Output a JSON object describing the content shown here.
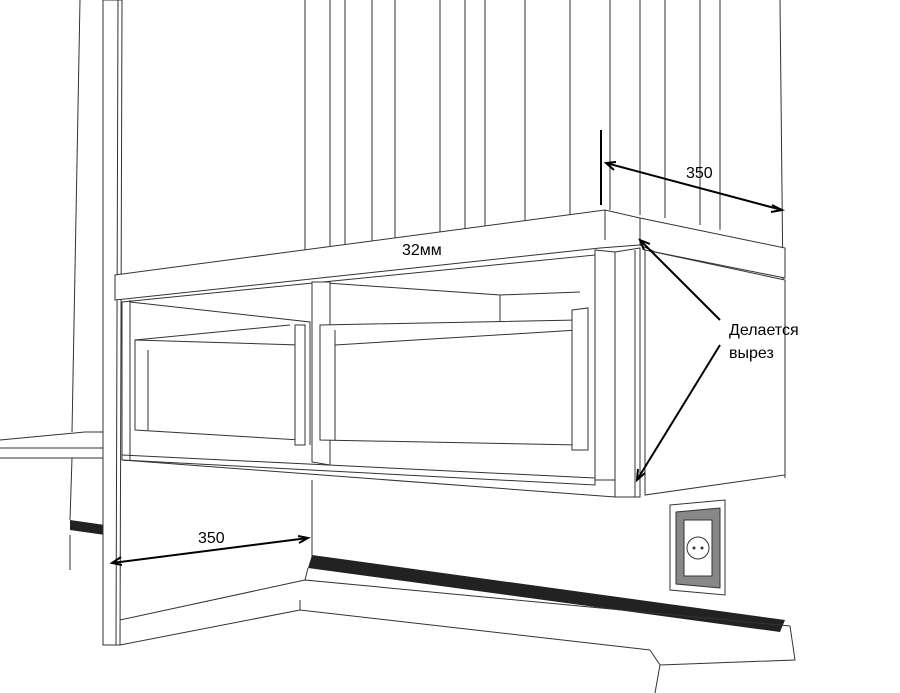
{
  "labels": {
    "depth_top": "350",
    "thickness": "32мм",
    "depth_bottom": "350",
    "cutout_line1": "Делается",
    "cutout_line2": "вырез"
  },
  "colors": {
    "line": "#333333",
    "strip": "#222222"
  }
}
